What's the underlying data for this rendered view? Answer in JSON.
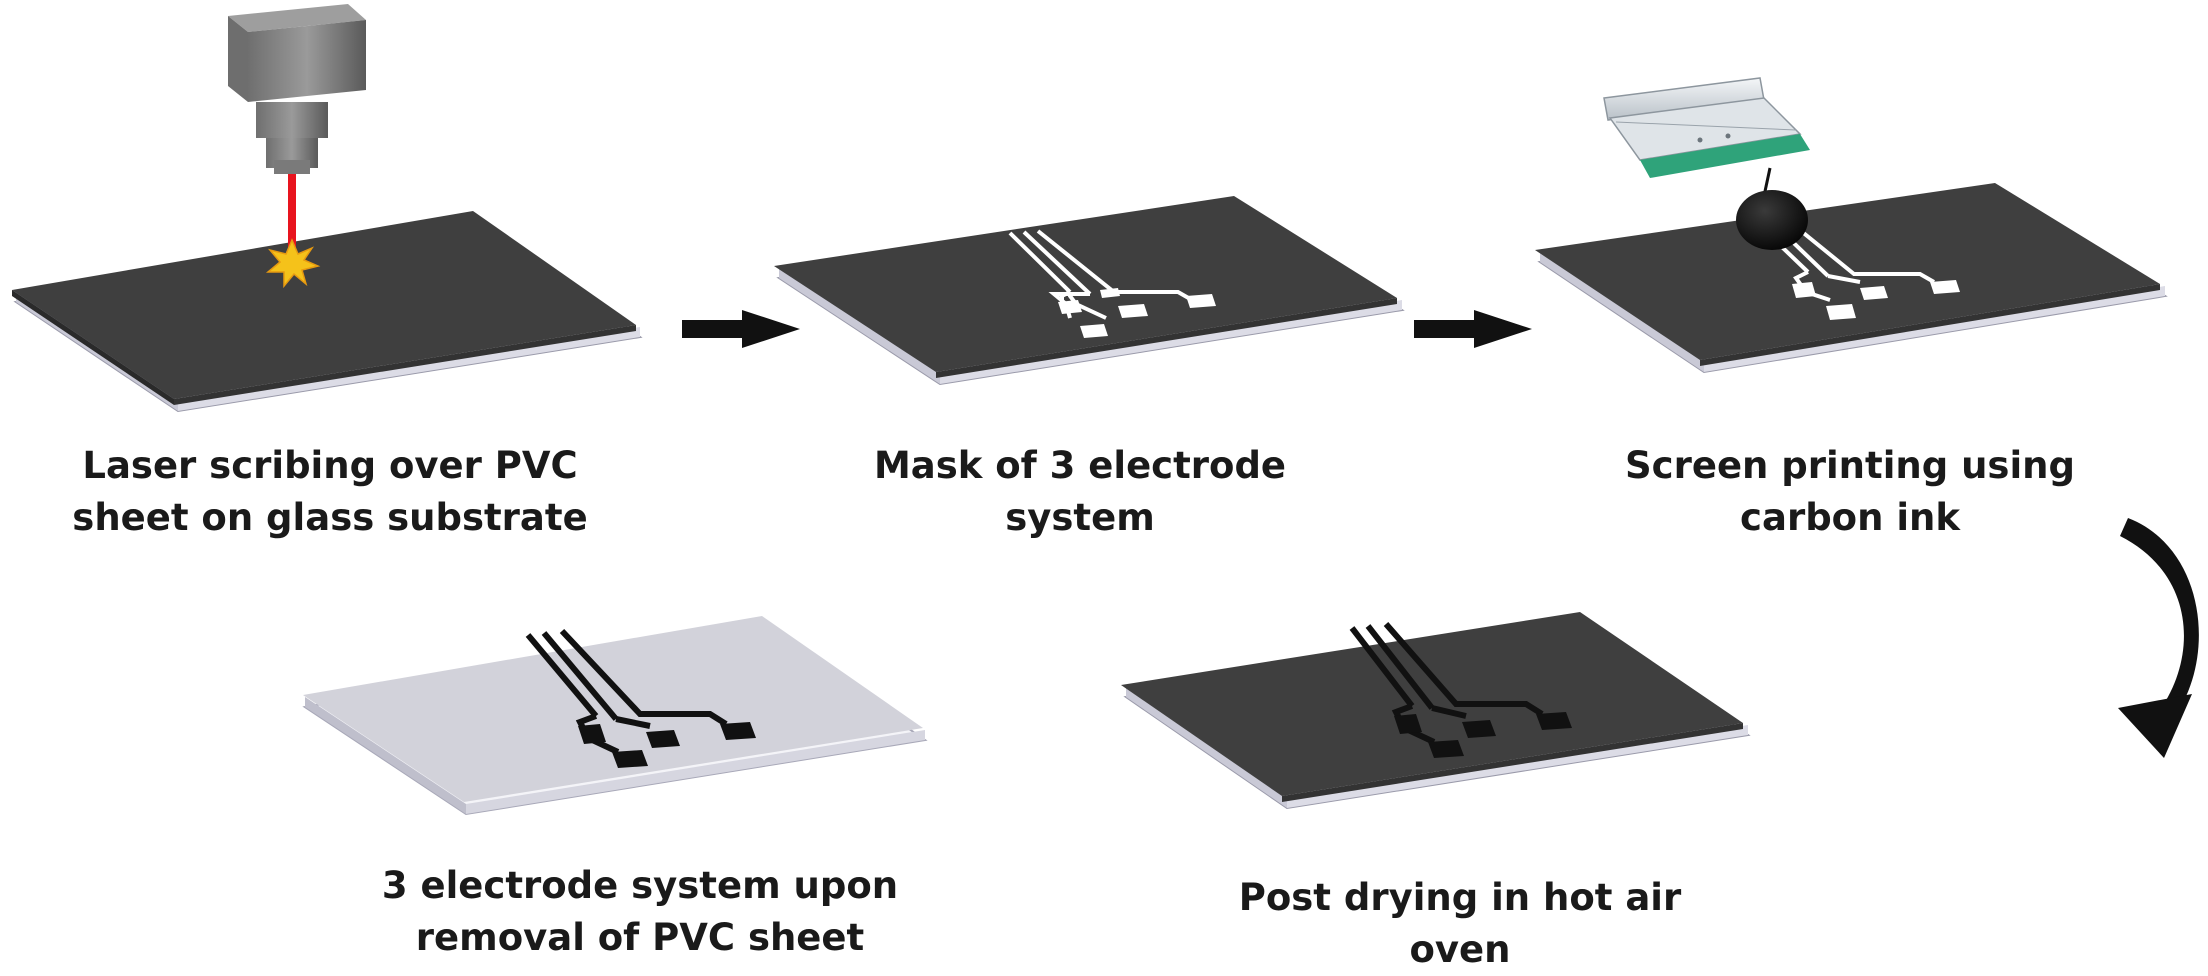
{
  "steps": [
    {
      "id": "laser",
      "line1": "Laser scribing over PVC",
      "line2": "sheet on glass substrate"
    },
    {
      "id": "mask",
      "line1": "Mask of 3 electrode",
      "line2": "system"
    },
    {
      "id": "print",
      "line1": "Screen printing using",
      "line2": "carbon ink"
    },
    {
      "id": "removal",
      "line1": "3 electrode system upon",
      "line2": "removal of PVC sheet"
    },
    {
      "id": "drying",
      "line1": "Post drying in hot air",
      "line2": "oven"
    }
  ],
  "colors": {
    "pvc_sheet": "#3f3f3f",
    "glass": "#e6e6ee",
    "glass_edge": "#a8a8b8",
    "laser_beam": "#e8141e",
    "spark": "#f5c21a",
    "squeegee_blade": "#2fa37a",
    "arrow": "#111111",
    "pattern_white": "#ffffff",
    "pattern_black": "#111111",
    "light_sheet": "#d2d2da"
  }
}
